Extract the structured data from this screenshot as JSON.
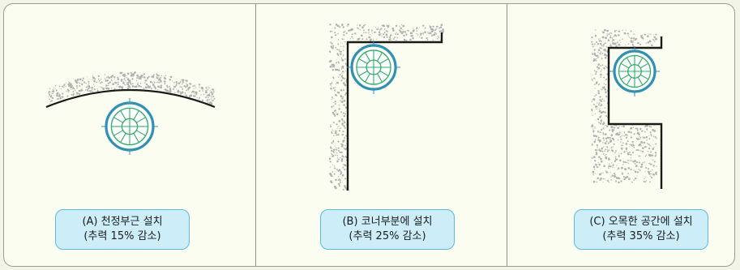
{
  "panels": [
    {
      "title": "(A) 천정부근 설치",
      "subtitle": "(추력 15% 감소)"
    },
    {
      "title": "(B) 코너부분에 설치",
      "subtitle": "(추력 25% 감소)"
    },
    {
      "title": "(C) 오목한 공간에 설치",
      "subtitle": "(추력 35% 감소)"
    }
  ],
  "colors": {
    "fan_ring": "#2f90b4",
    "fan_blades": "#2fae66",
    "wall": "#1a1a1a",
    "concrete": "#b0b0b0",
    "caption_bg": "#cdeef8",
    "caption_border": "#5bbbd9"
  },
  "icons": [
    "jet-fan-icon",
    "ceiling-surface",
    "corner-wall",
    "recess-wall"
  ]
}
